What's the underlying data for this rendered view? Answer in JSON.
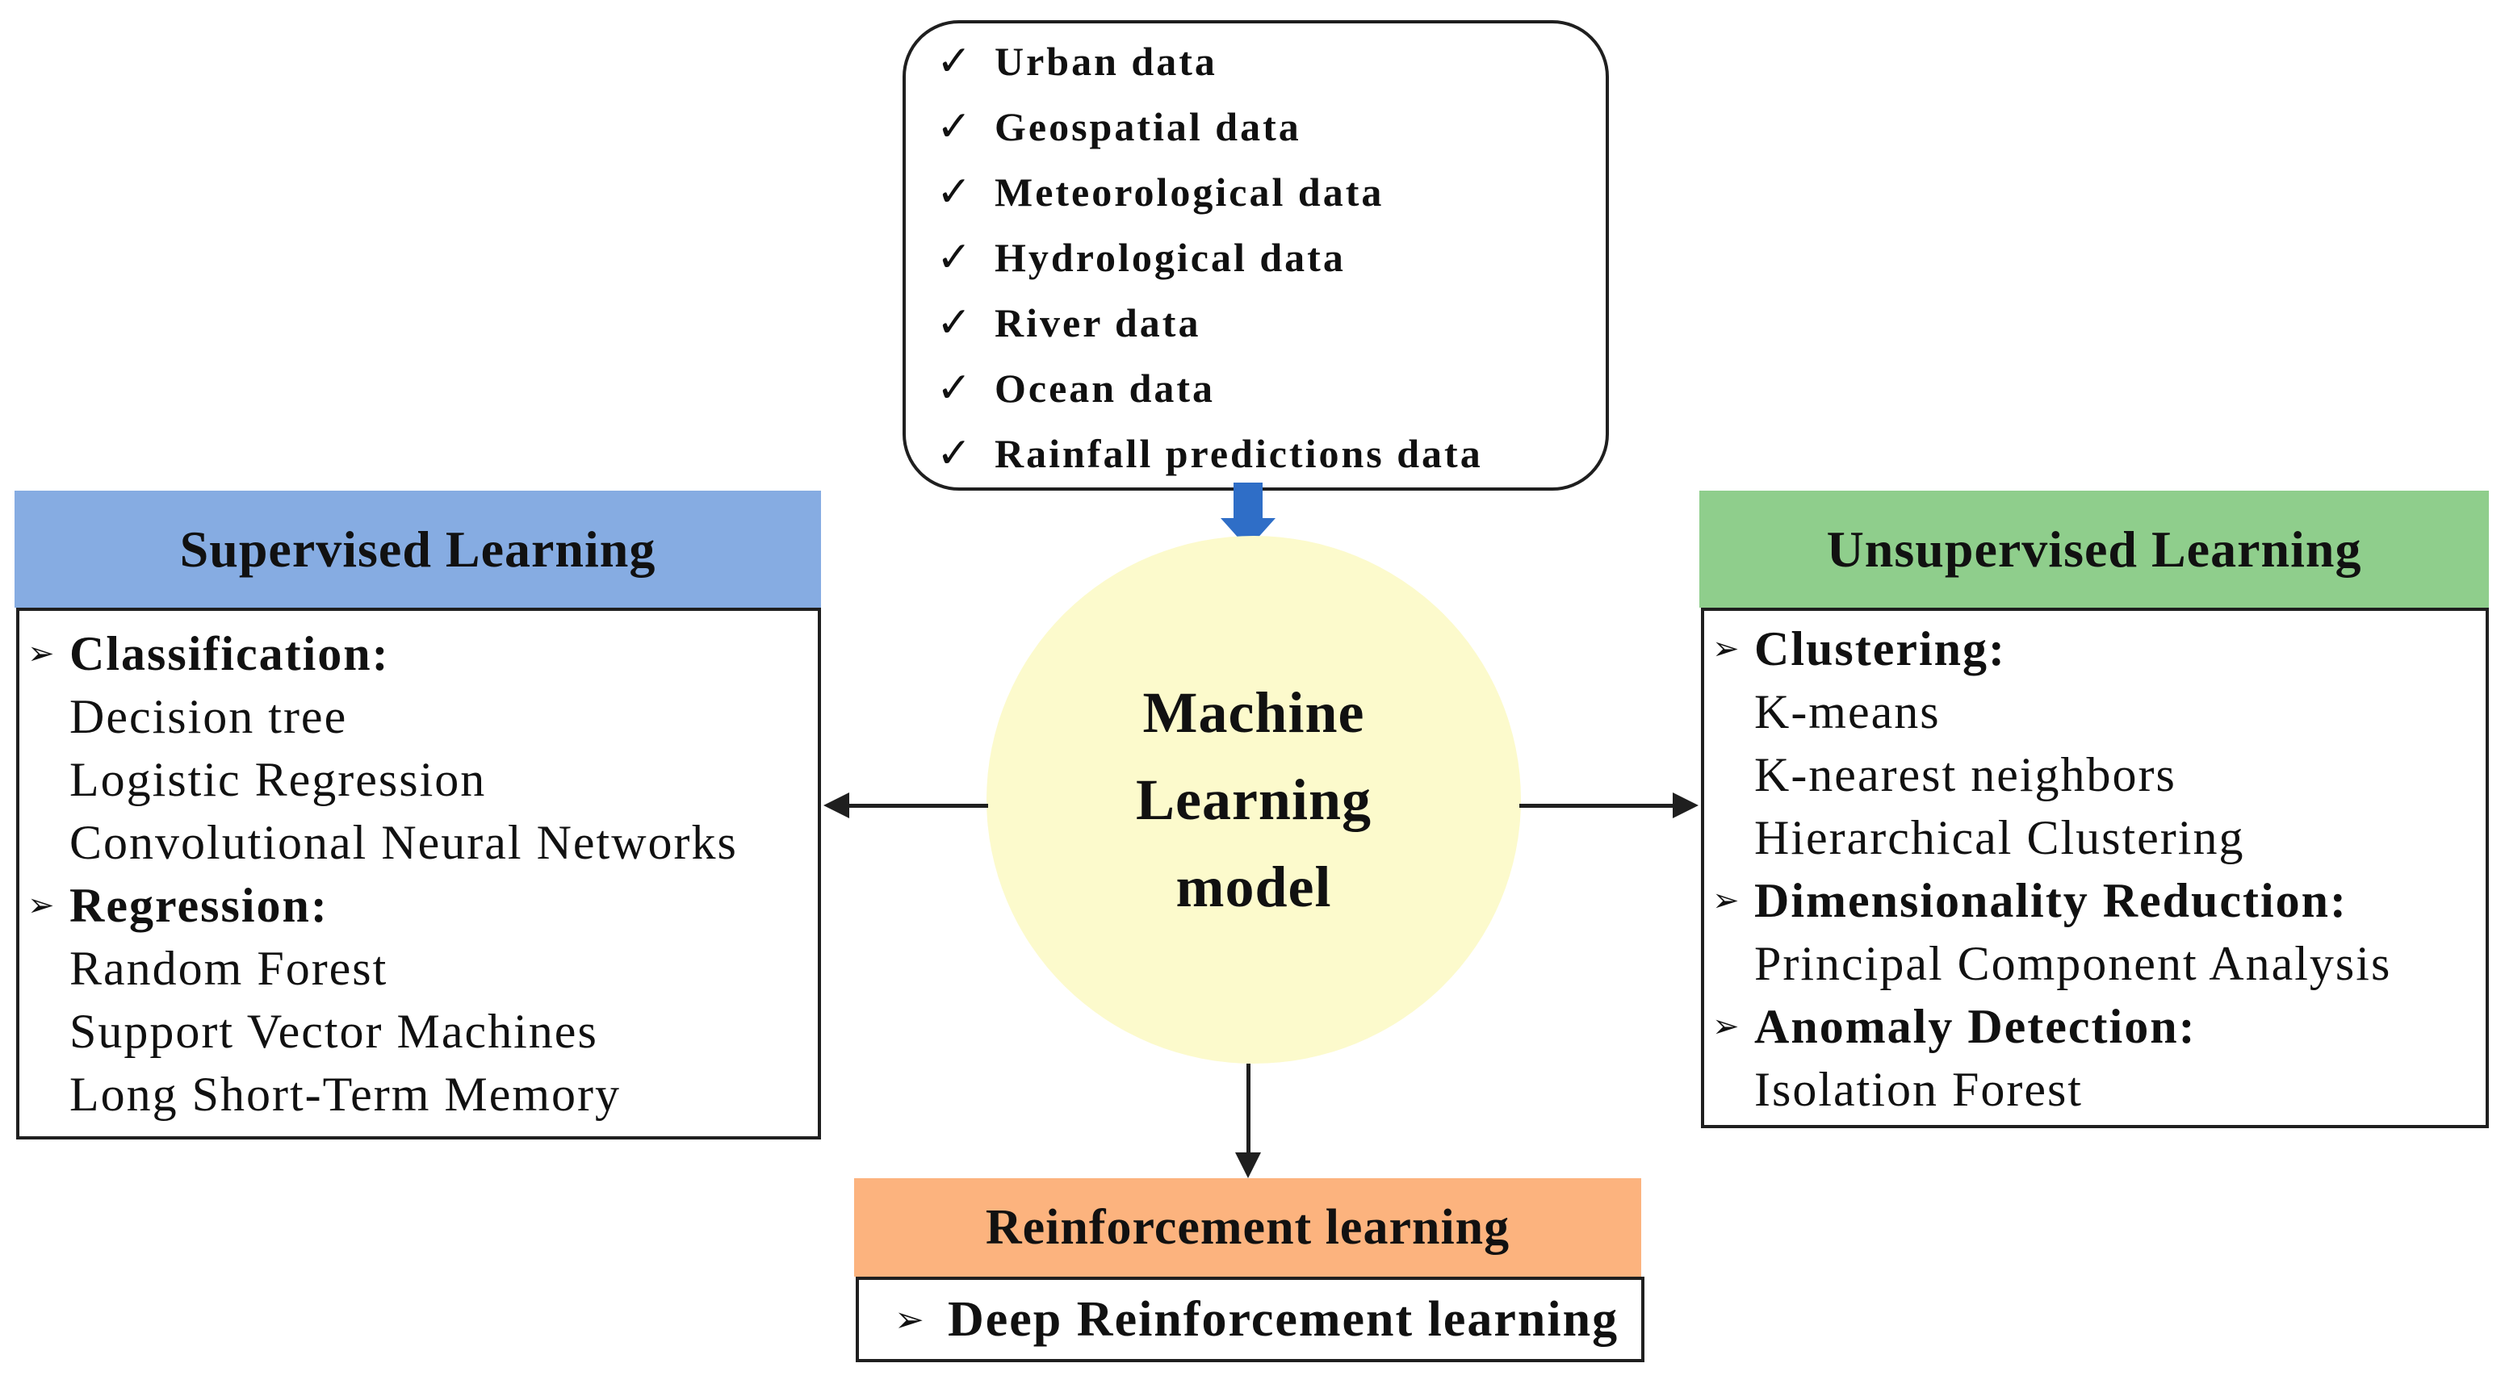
{
  "icons": {
    "check": "✓",
    "bullet_arrow": "➢"
  },
  "colors": {
    "supervised_header_bg": "#86ACE2",
    "unsupervised_header_bg": "#8FCE8C",
    "reinforcement_header_bg": "#FCB37E",
    "model_circle_bg": "#FCFACC",
    "input_arrow_blue": "#2F6EC7",
    "line_color": "#1F1F1F",
    "background": "#FFFFFF"
  },
  "input_data_box": {
    "items": [
      "Urban data",
      "Geospatial data",
      "Meteorological data",
      "Hydrological data",
      "River data",
      "Ocean data",
      "Rainfall predictions data"
    ]
  },
  "model_circle": {
    "lines": [
      "Machine",
      "Learning",
      "model"
    ]
  },
  "supervised_box": {
    "title": "Supervised Learning",
    "sections": [
      {
        "heading": "Classification:",
        "items": [
          "Decision tree",
          "Logistic Regression",
          "Convolutional Neural Networks"
        ]
      },
      {
        "heading": "Regression:",
        "items": [
          "Random Forest",
          "Support Vector Machines",
          "Long Short-Term Memory"
        ]
      }
    ]
  },
  "unsupervised_box": {
    "title": "Unsupervised Learning",
    "sections": [
      {
        "heading": "Clustering:",
        "items": [
          "K-means",
          "K-nearest neighbors",
          "Hierarchical Clustering"
        ]
      },
      {
        "heading": "Dimensionality Reduction:",
        "items": [
          "Principal Component Analysis"
        ]
      },
      {
        "heading": "Anomaly Detection:",
        "items": [
          "Isolation Forest"
        ]
      }
    ]
  },
  "reinforcement_box": {
    "title": "Reinforcement learning",
    "heading": "Deep Reinforcement learning"
  }
}
